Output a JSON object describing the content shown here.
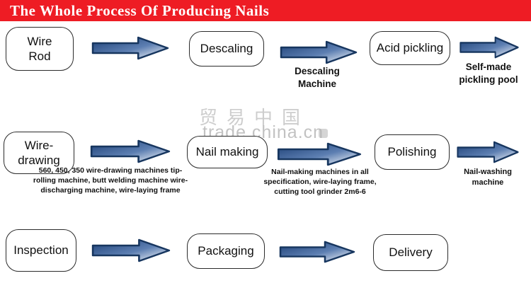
{
  "banner": {
    "title": "The Whole Process Of Producing Nails",
    "bg_color": "#ee1c24",
    "text_color": "#ffffff"
  },
  "watermark": {
    "chinese": "贸易中国",
    "domain": "trade.china.cn"
  },
  "colors": {
    "arrow_outline": "#17365f",
    "arrow_fill_dark": "#1d4076"
  },
  "flow": {
    "row1": {
      "box_wire_rod": "Wire Rod",
      "box_descaling": "Descaling",
      "arrow2_caption": "Descaling Machine",
      "box_acid_pickling": "Acid pickling",
      "arrow3_caption": "Self-made pickling pool"
    },
    "row2": {
      "box_wire_drawing": "Wire-drawing",
      "arrow1_caption": "560, 450, 350 wire-drawing machines tip-rolling machine, butt welding machine wire-discharging machine, wire-laying frame",
      "box_nail_making": "Nail making",
      "arrow2_caption": "Nail-making machines in all specification, wire-laying frame, cutting tool grinder 2m6-6",
      "box_polishing": "Polishing",
      "arrow3_caption": "Nail-washing machine"
    },
    "row3": {
      "box_inspection": "Inspection",
      "box_packaging": "Packaging",
      "box_delivery": "Delivery"
    }
  }
}
